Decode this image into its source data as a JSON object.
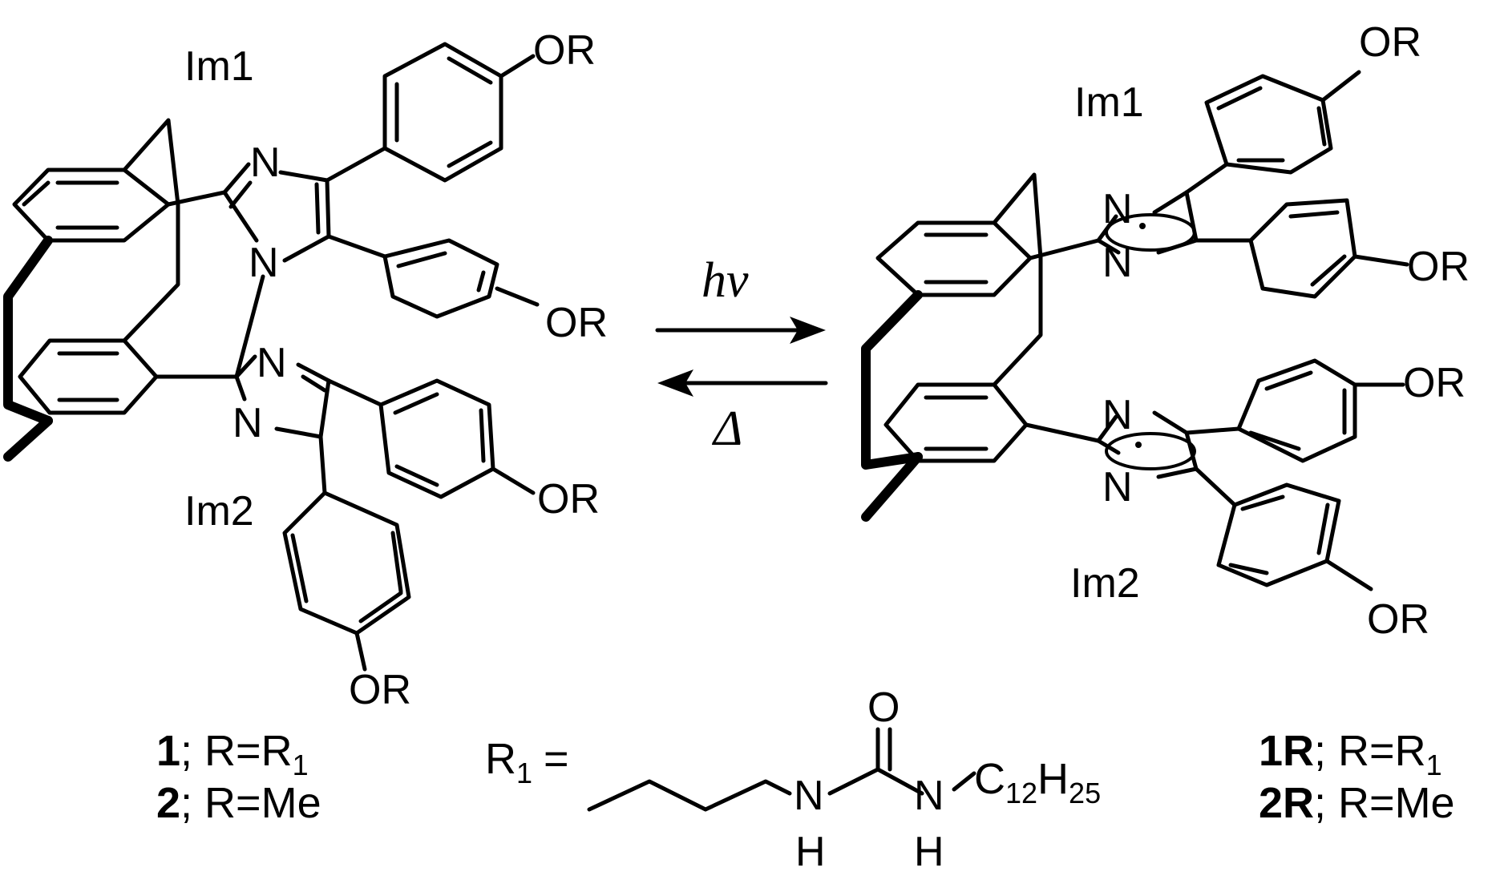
{
  "labels": {
    "im1": "Im1",
    "im2": "Im2",
    "N": "N",
    "OR": "OR",
    "O": "O",
    "H": "H",
    "C": "C",
    "hv": "hν",
    "delta": "Δ"
  },
  "compounds": {
    "left": [
      {
        "num": "1",
        "rest": "; R=R",
        "sub": "1"
      },
      {
        "num": "2",
        "rest": "; R=Me",
        "sub": ""
      }
    ],
    "right": [
      {
        "num": "1R",
        "rest": "; R=R",
        "sub": "1"
      },
      {
        "num": "2R",
        "rest": "; R=Me",
        "sub": ""
      }
    ]
  },
  "r1_definition": {
    "lhs": "R",
    "lhs_sub": "1",
    "equals": "=",
    "chain_c_sub": "12",
    "chain_h": "H",
    "chain_h_sub": "25"
  }
}
